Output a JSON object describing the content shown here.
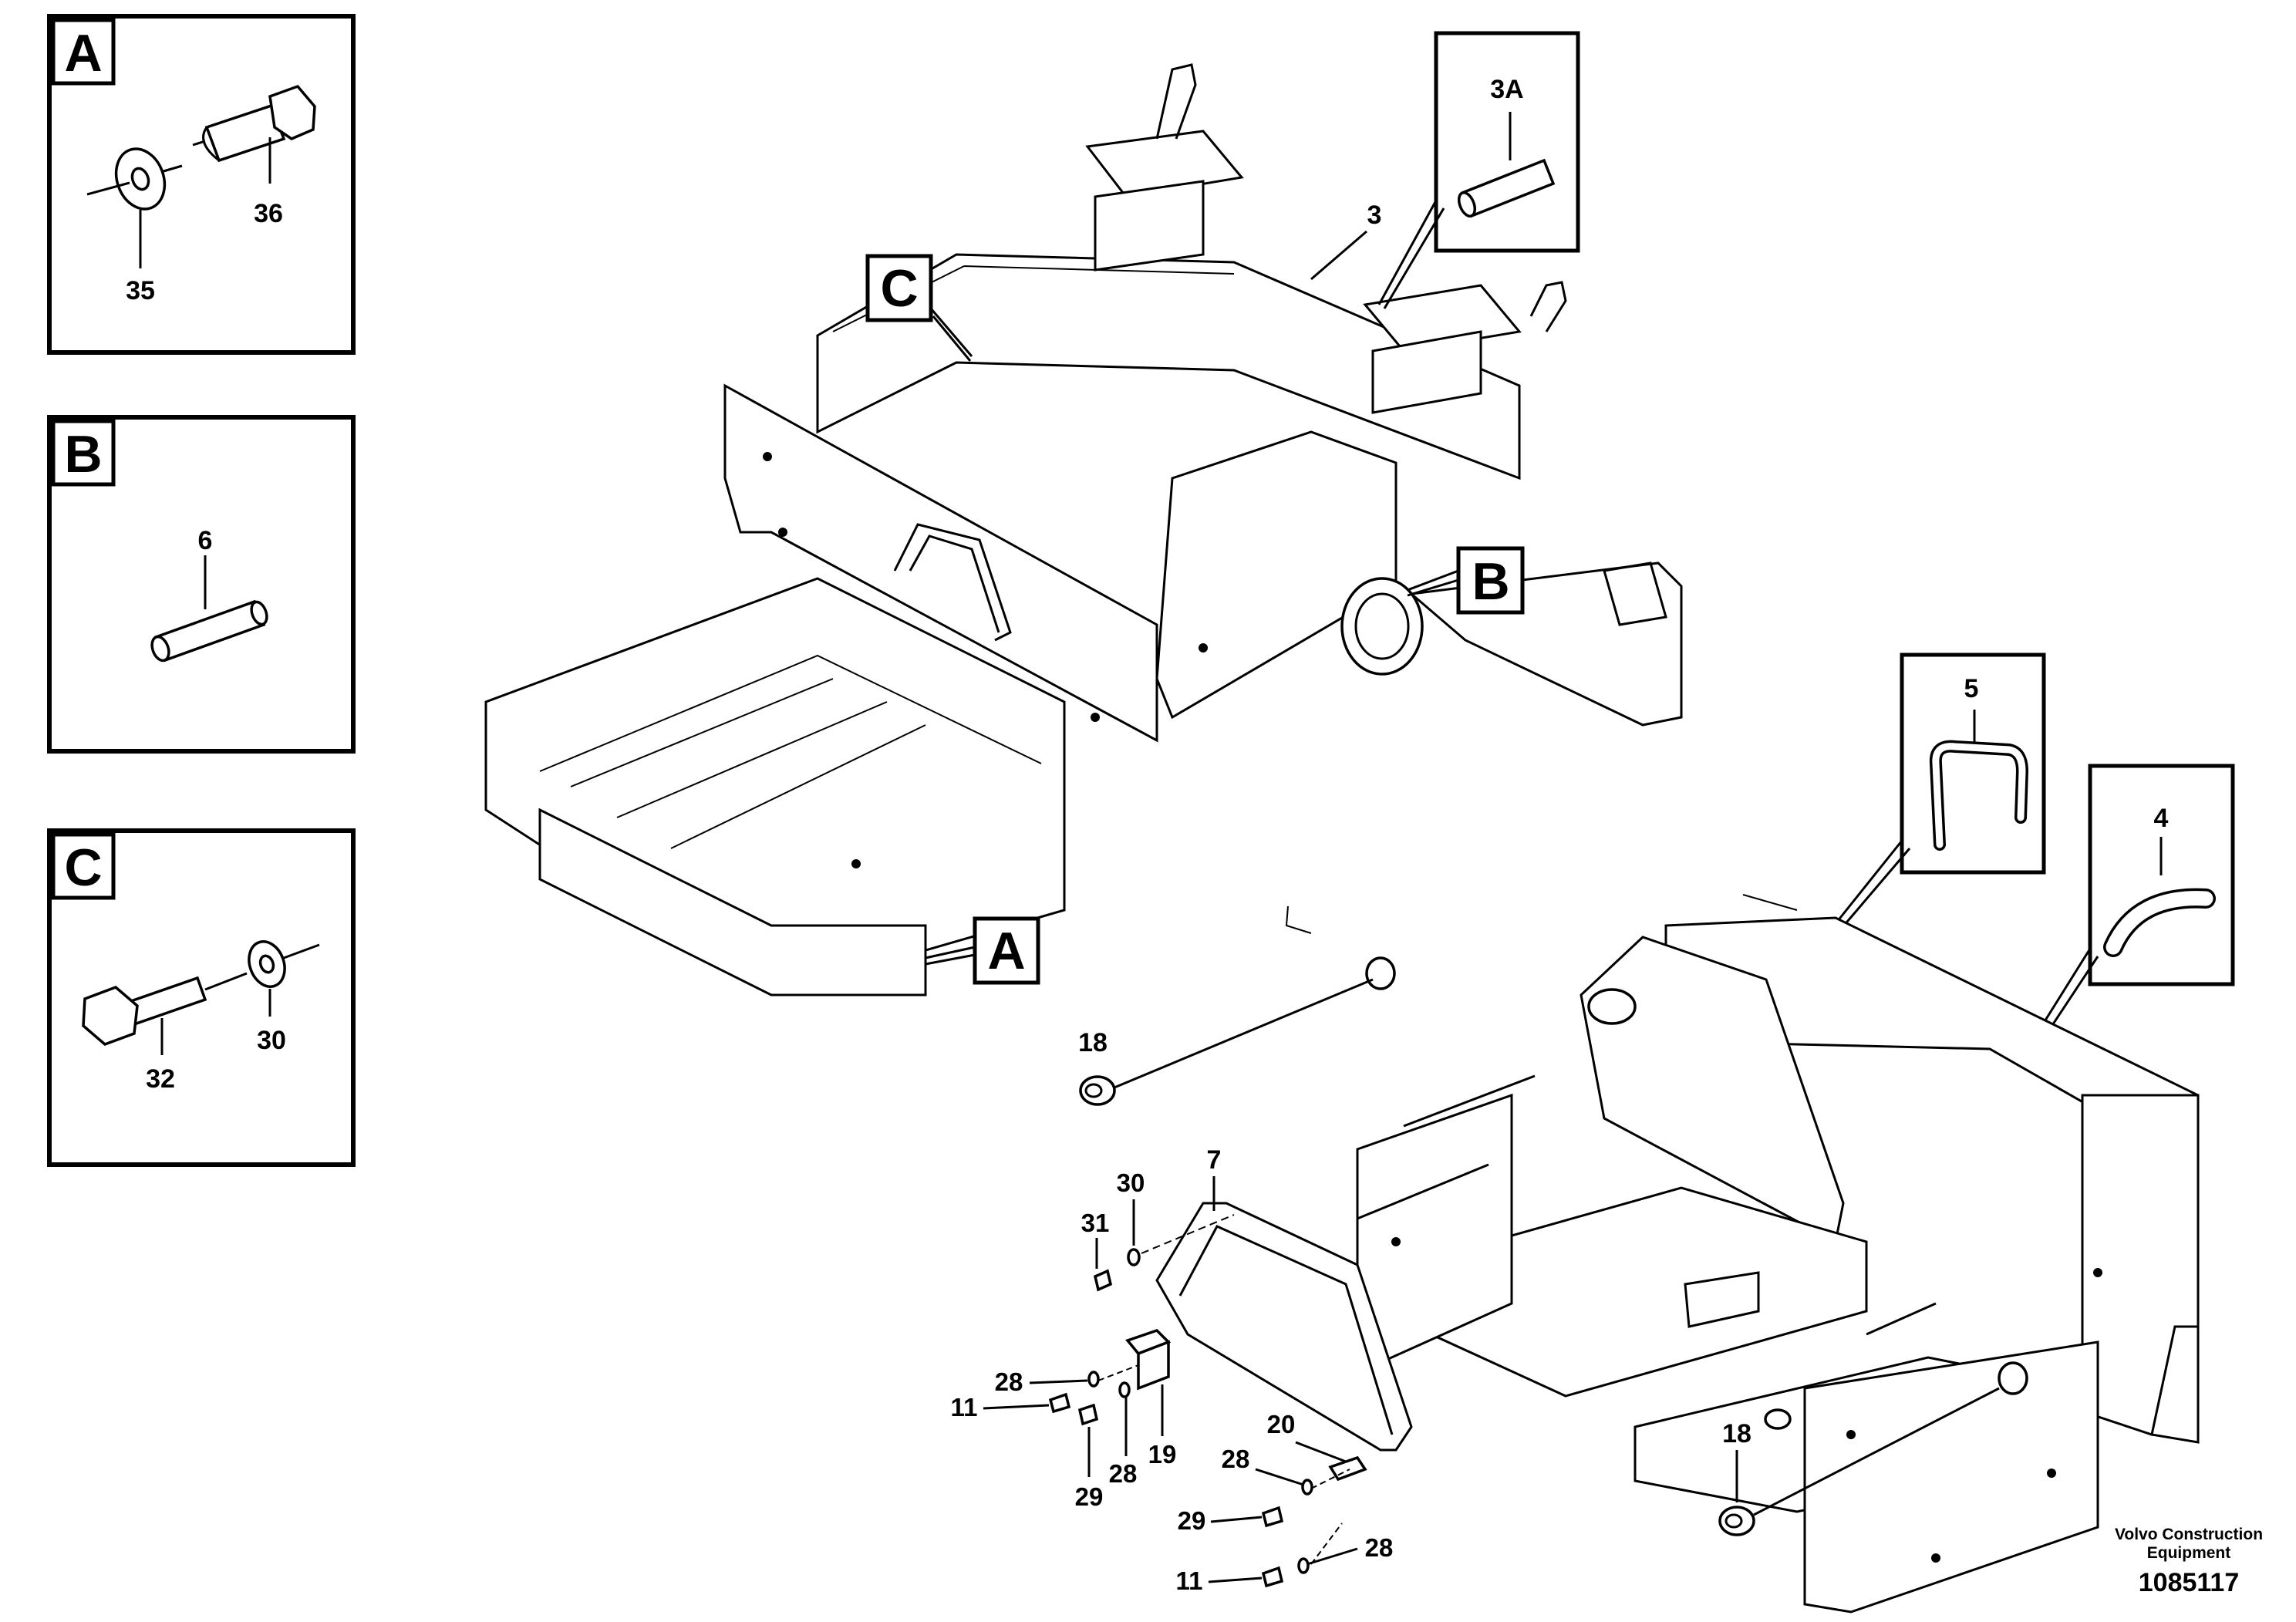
{
  "insets": [
    {
      "letter": "A",
      "labels": [
        "36",
        "35"
      ]
    },
    {
      "letter": "B",
      "labels": [
        "6"
      ]
    },
    {
      "letter": "C",
      "labels": [
        "32",
        "30"
      ]
    }
  ],
  "callouts": {
    "c": "C",
    "b": "B",
    "a": "A"
  },
  "detail_boxes": {
    "d3a": "3A",
    "d5": "5",
    "d4": "4"
  },
  "part_numbers": {
    "p3": "3",
    "p18a": "18",
    "p18b": "18",
    "p7": "7",
    "p30": "30",
    "p31": "31",
    "p28a": "28",
    "p11a": "11",
    "p29a": "29",
    "p28b": "28",
    "p19": "19",
    "p20": "20",
    "p28c": "28",
    "p29b": "29",
    "p11b": "11",
    "p28d": "28"
  },
  "footer": {
    "company_line1": "Volvo Construction",
    "company_line2": "Equipment",
    "figure_id": "1085117"
  }
}
